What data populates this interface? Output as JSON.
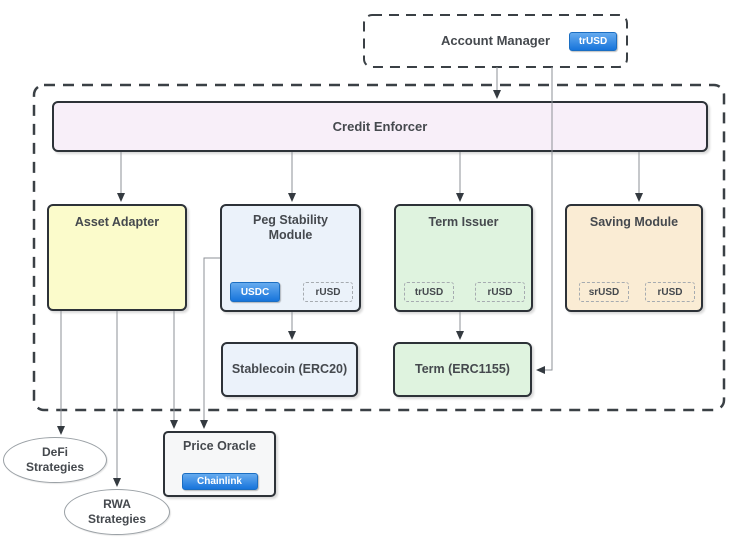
{
  "colors": {
    "canvas-bg": "#ffffff",
    "border-dark": "#2d3238",
    "dashed-border": "#3a4045",
    "text-dark": "#45494e",
    "lavender": "#f8eff9",
    "yellow": "#fbfbcb",
    "blue-light": "#ebf2fa",
    "green-light": "#dff3df",
    "orange-light": "#faecd4",
    "gray-light": "#f6f7f8",
    "badge-blue-top": "#66abef",
    "badge-blue-bottom": "#1774db",
    "badge-blue-border": "#1b6ec2",
    "badge-dash-border": "#a6abb0",
    "line-gray": "#8e9297",
    "arrow-dark": "#343a40",
    "ellipse-border": "#9aa0a5"
  },
  "account_manager": {
    "title": "Account Manager",
    "badge": "trUSD"
  },
  "credit_enforcer": {
    "title": "Credit Enforcer"
  },
  "modules": [
    {
      "id": "asset-adapter",
      "title": "Asset Adapter",
      "badges": []
    },
    {
      "id": "peg-stability-module",
      "title": "Peg Stability Module",
      "badges": [
        {
          "label": "USDC",
          "style": "solid"
        },
        {
          "label": "rUSD",
          "style": "dashed"
        }
      ]
    },
    {
      "id": "term-issuer",
      "title": "Term Issuer",
      "badges": [
        {
          "label": "trUSD",
          "style": "dashed"
        },
        {
          "label": "rUSD",
          "style": "dashed"
        }
      ]
    },
    {
      "id": "saving-module",
      "title": "Saving Module",
      "badges": [
        {
          "label": "srUSD",
          "style": "dashed"
        },
        {
          "label": "rUSD",
          "style": "dashed"
        }
      ]
    }
  ],
  "tokens": [
    {
      "id": "stablecoin-erc20",
      "title": "Stablecoin (ERC20)"
    },
    {
      "id": "term-erc1155",
      "title": "Term (ERC1155)"
    }
  ],
  "price_oracle": {
    "title": "Price Oracle",
    "badge": "Chainlink"
  },
  "strategies": [
    {
      "id": "defi-strategies",
      "title": "DeFi Strategies"
    },
    {
      "id": "rwa-strategies",
      "title": "RWA Strategies"
    }
  ],
  "edges": [
    {
      "from": "account-manager",
      "to": "credit-enforcer"
    },
    {
      "from": "account-manager",
      "to": "term-erc1155"
    },
    {
      "from": "credit-enforcer",
      "to": "asset-adapter"
    },
    {
      "from": "credit-enforcer",
      "to": "peg-stability-module"
    },
    {
      "from": "credit-enforcer",
      "to": "term-issuer"
    },
    {
      "from": "credit-enforcer",
      "to": "saving-module"
    },
    {
      "from": "asset-adapter",
      "to": "defi-strategies"
    },
    {
      "from": "asset-adapter",
      "to": "rwa-strategies"
    },
    {
      "from": "asset-adapter",
      "to": "price-oracle"
    },
    {
      "from": "peg-stability-module",
      "to": "price-oracle"
    },
    {
      "from": "peg-stability-module",
      "to": "stablecoin-erc20"
    },
    {
      "from": "term-issuer",
      "to": "term-erc1155"
    }
  ]
}
